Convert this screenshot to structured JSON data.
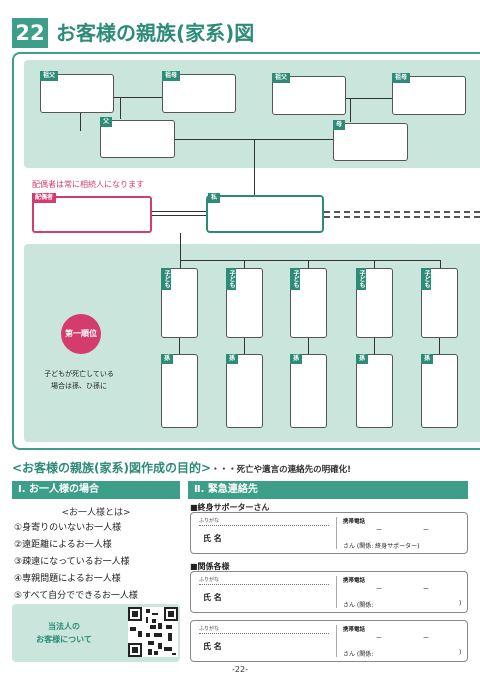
{
  "header": {
    "number": "22",
    "title": "お客様の親族(家系)図"
  },
  "tree": {
    "grandfather": "祖父",
    "grandmother": "祖母",
    "father": "父",
    "mother": "母",
    "spouse_note": "配偶者は常に相続人になります",
    "spouse": "配偶者",
    "me": "私",
    "child": "子ども",
    "grandchild": "孫",
    "rank": "第一順位",
    "rank_caption_1": "子どもが死亡している",
    "rank_caption_2": "場合は孫、ひ孫に"
  },
  "purpose": {
    "title": "<お客様の親族(家系)図作成の目的>",
    "subtitle": "・・・死亡や遺言の連絡先の明確化!"
  },
  "section1": {
    "title": "Ⅰ. お一人様の場合",
    "definition": "<お一人様とは>",
    "items": [
      "①身寄りのいないお一人様",
      "②遠距離によるお一人様",
      "③疎遠になっているお一人様",
      "④専親問題によるお一人様",
      "⑤すべて自分でできるお一人様"
    ],
    "corp_line1": "当法人の",
    "corp_line2": "お客様について"
  },
  "section2": {
    "title": "Ⅱ. 緊急連絡先",
    "lifetime_label": "■終身サポーターさん",
    "related_label": "■関係各様",
    "furigana": "ふりがな",
    "name": "氏 名",
    "phone": "携帯電話",
    "dash": "ー",
    "relation_lifetime": "さん (関係: 終身サポーター)",
    "relation_blank": "さん (関係:",
    "close_paren": ")"
  },
  "footer": {
    "page": "-22-"
  },
  "colors": {
    "teal": "#3d9e8a",
    "mint": "#c9e5dc",
    "pink": "#d43c6e"
  }
}
